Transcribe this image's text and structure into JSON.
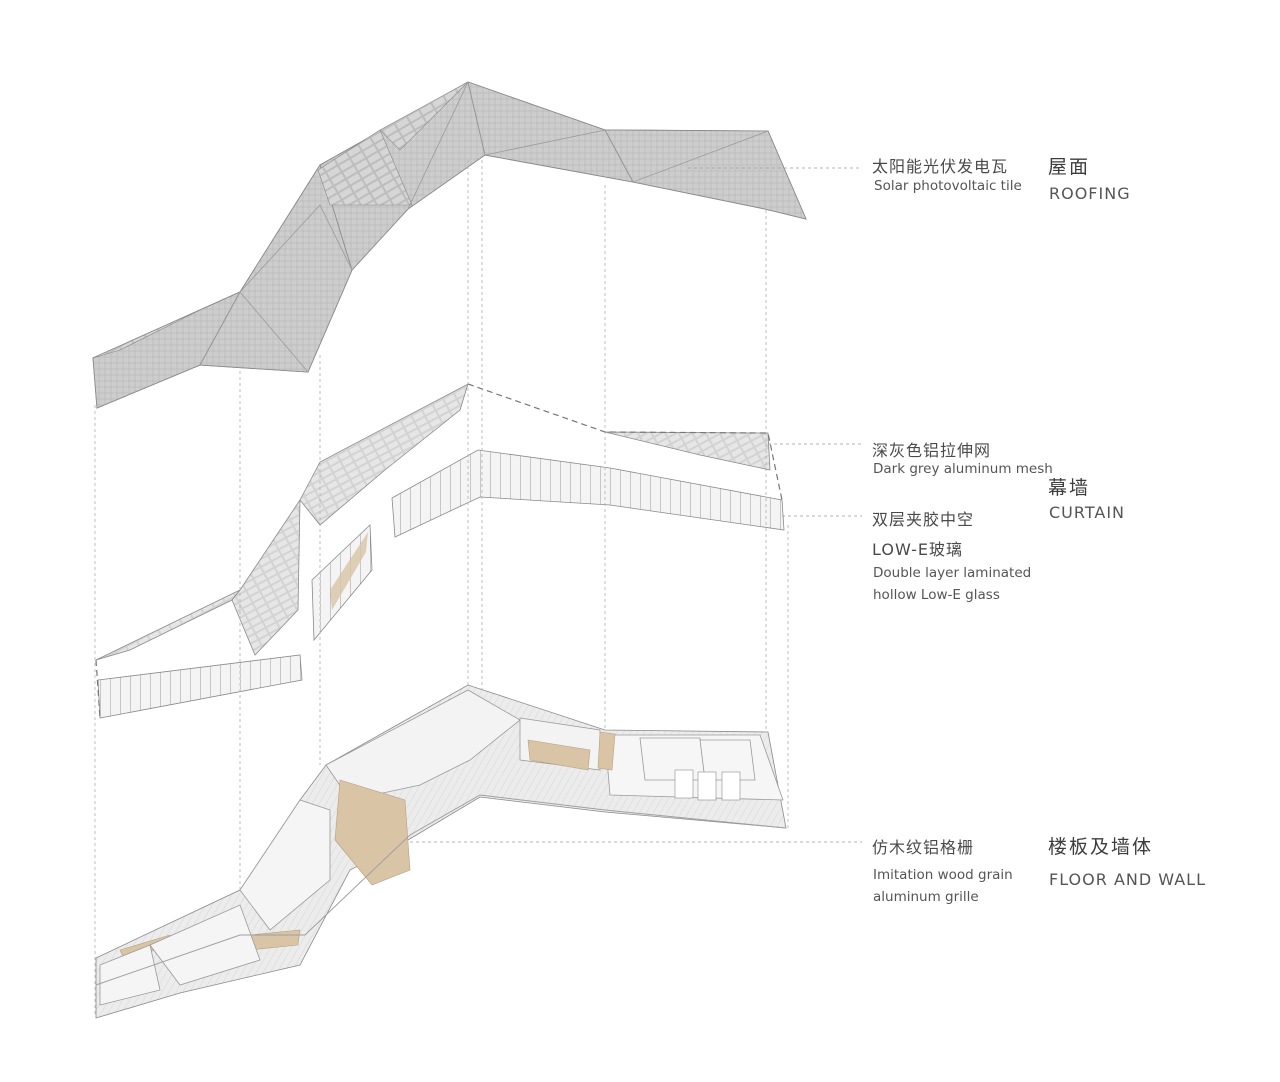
{
  "roofing": {
    "item_cn": "太阳能光伏发电瓦",
    "item_en": "Solar photovoltaic tile",
    "category_cn": "屋面",
    "category_en": "ROOFING"
  },
  "curtain": {
    "mesh_cn": "深灰色铝拉伸网",
    "mesh_en": "Dark grey aluminum mesh",
    "glass_cn": "双层夹胶中空",
    "glass_cn2": "LOW-E玻璃",
    "glass_en1": "Double layer laminated",
    "glass_en2": "hollow Low-E glass",
    "category_cn": "幕墙",
    "category_en": "CURTAIN"
  },
  "floor": {
    "grille_cn": "仿木纹铝格栅",
    "grille_en1": "Imitation wood grain",
    "grille_en2": "aluminum grille",
    "category_cn": "楼板及墙体",
    "category_en": "FLOOR AND WALL"
  },
  "colors": {
    "roof_fill": "#c9c9c9",
    "roof_dark": "#a9a9a9",
    "line": "#8a8a8a",
    "wood": "#d9c4a6"
  }
}
